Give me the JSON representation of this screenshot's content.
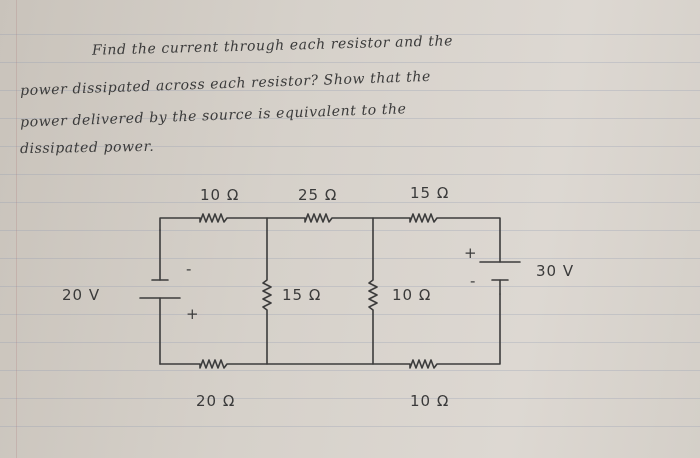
{
  "problem": {
    "lines": [
      "Find  the current through each resistor and the",
      "power dissipated across each resistor? Show that the",
      "power delivered by the source is equivalent to the",
      "dissipated power."
    ]
  },
  "circuit": {
    "resistors": {
      "top_left": "10 Ω",
      "top_middle": "25 Ω",
      "top_right": "15 Ω",
      "branch_left": "15 Ω",
      "branch_right": "10 Ω",
      "bottom_left": "20 Ω",
      "bottom_right": "10 Ω"
    },
    "sources": {
      "left": {
        "voltage": "20 V",
        "minus": "-",
        "plus": "+"
      },
      "right": {
        "voltage": "30 V",
        "minus": "-",
        "plus": "+"
      }
    }
  }
}
